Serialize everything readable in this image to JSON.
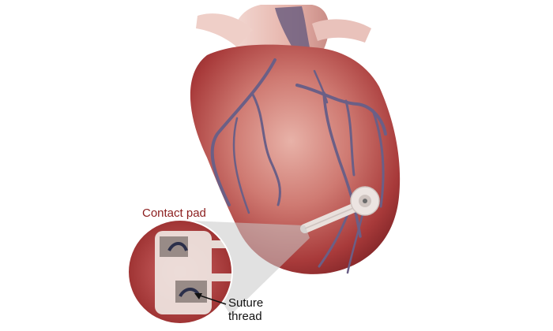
{
  "labels": {
    "contact_pad": "Contact pad",
    "suture_line1": "Suture",
    "suture_line2": "thread"
  },
  "colors": {
    "contact_pad_label": "#8b1d1d",
    "suture_label": "#111111",
    "heart_tissue": "#b84848",
    "heart_highlight": "#e8b2a8",
    "vessel": "#6b5f86",
    "device": "#e9e0dc",
    "background": "#ffffff"
  }
}
